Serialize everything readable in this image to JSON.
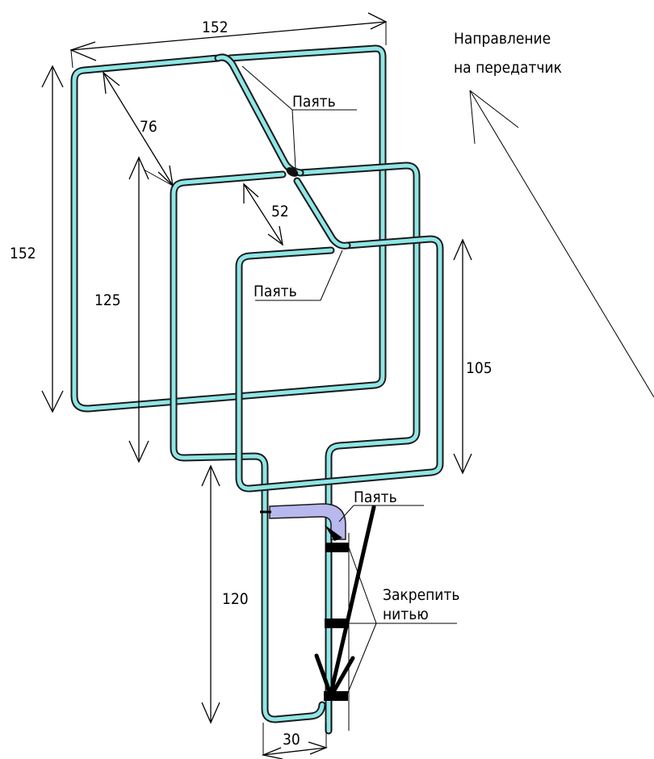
{
  "labels": {
    "dim_top_width": "152",
    "dim_left_height": "152",
    "dim_diag_76": "76",
    "dim_diag_52": "52",
    "dim_mid_height": "125",
    "dim_small_height": "105",
    "dim_feed_height": "120",
    "dim_feed_width": "30",
    "solder_1": "Паять",
    "solder_2": "Паять",
    "solder_3": "Паять",
    "direction_line1": "Направление",
    "direction_line2": "на передатчик",
    "fasten_line1": "Закрепить",
    "fasten_line2": "нитью"
  },
  "colors": {
    "tube": "#8fe6e6",
    "cable": "#b8b8ee"
  }
}
